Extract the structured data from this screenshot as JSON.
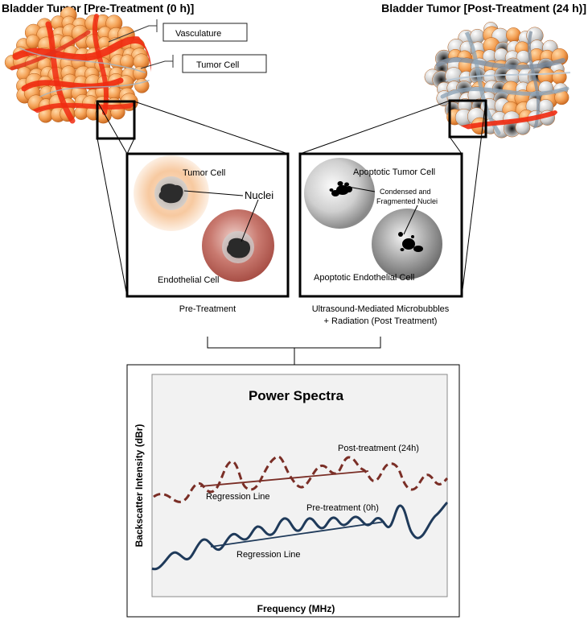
{
  "titles": {
    "left": "Bladder Tumor [Pre-Treatment (0 h)]",
    "right": "Bladder Tumor [Post-Treatment (24 h)]"
  },
  "callouts": {
    "vasculature": "Vasculature",
    "tumor_cell": "Tumor Cell"
  },
  "pre_panel": {
    "tumor_cell": "Tumor Cell",
    "nuclei": "Nuclei",
    "endothelial_cell": "Endothelial Cell",
    "caption": "Pre-Treatment"
  },
  "post_panel": {
    "apoptotic_tumor_cell": "Apoptotic Tumor Cell",
    "nuclei_line1": "Condensed and",
    "nuclei_line2": "Fragmented Nuclei",
    "apoptotic_endothelial_cell": "Apoptotic Endothelial Cell",
    "caption_line1": "Ultrasound-Mediated Microbubbles",
    "caption_line2": "+ Radiation (Post Treatment)"
  },
  "spectra": {
    "title": "Power Spectra",
    "xlabel": "Frequency (MHz)",
    "ylabel": "Backscatter Intensity (dBr)",
    "post_label": "Post-treatment (24h)",
    "pre_label": "Pre-treatment (0h)",
    "regression_post": "Regression Line",
    "regression_pre": "Regression Line"
  },
  "colors": {
    "post_curve": "#7a2e26",
    "pre_curve": "#1f3a5a",
    "vessel": "#f02a10",
    "tumor_cell": "#f1a055",
    "panel_bg": "#f2f2f2"
  }
}
